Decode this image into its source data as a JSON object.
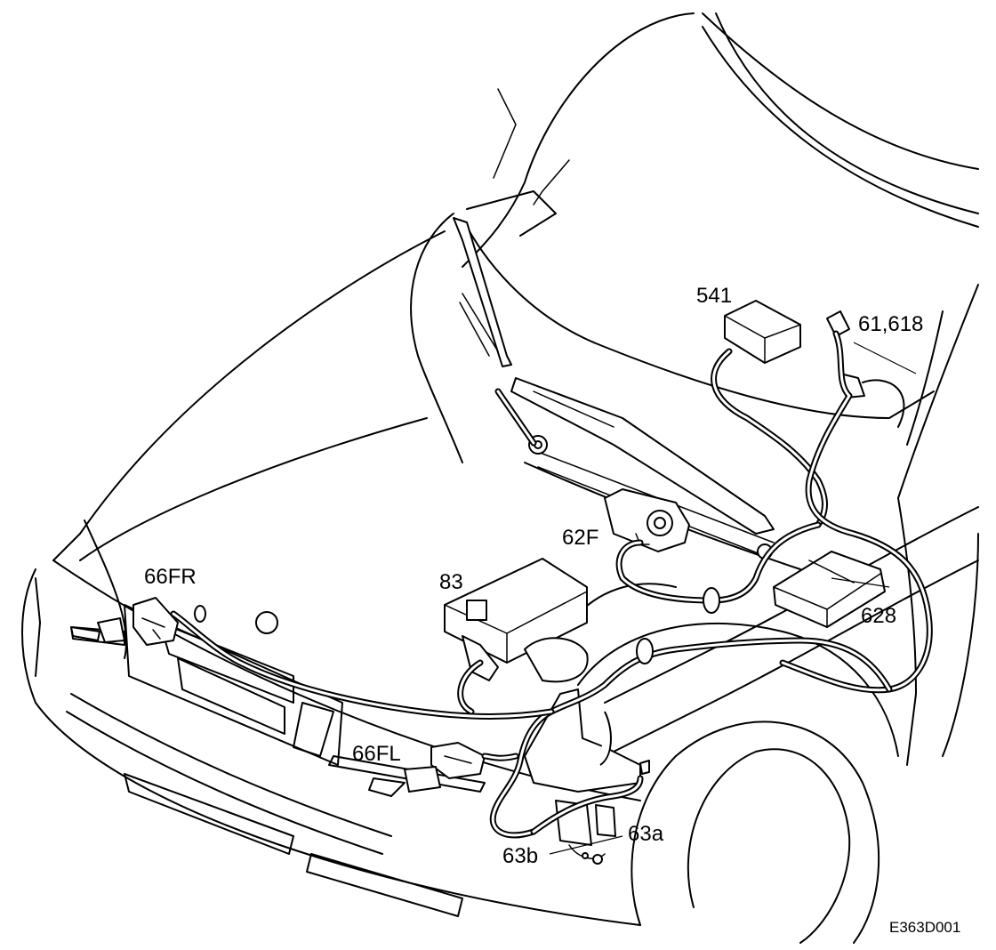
{
  "labels": {
    "module_541": "541",
    "connector_61_618": "61,618",
    "wiper_motor_62f": "62F",
    "fuse_box_83": "83",
    "control_unit_628": "628",
    "headlamp_wiper_66fr": "66FR",
    "headlamp_wiper_66fl": "66FL",
    "washer_pump_63a": "63a",
    "washer_pump_63b": "63b"
  },
  "reference_code": "E363D001",
  "colors": {
    "line": "#000000",
    "background": "#ffffff"
  }
}
